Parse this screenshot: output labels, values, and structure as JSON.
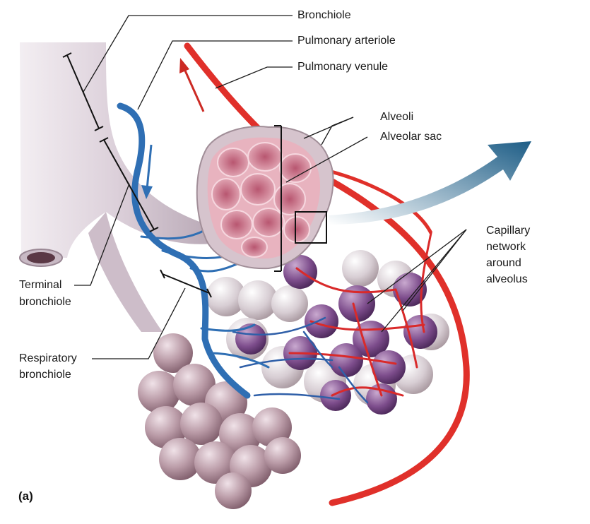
{
  "figure": {
    "panel_label": "(a)",
    "labels": {
      "bronchiole": "Bronchiole",
      "pulmonary_arteriole": "Pulmonary arteriole",
      "pulmonary_venule": "Pulmonary venule",
      "alveoli": "Alveoli",
      "alveolar_sac": "Alveolar sac",
      "capillary_network": [
        "Capillary",
        "network",
        "around",
        "alveolus"
      ],
      "terminal_bronchiole": [
        "Terminal",
        "bronchiole"
      ],
      "respiratory_bronchiole": [
        "Respiratory",
        "bronchiole"
      ]
    }
  },
  "colors": {
    "airway": "#d9ccd6",
    "arteriole": "#2f6fb4",
    "venule": "#e0302a",
    "alveolar_sac": "#e7a9b4",
    "alveolus_cluster": "#c4a9b4",
    "leader_line": "#1a1a1a"
  },
  "icons": {
    "blood_flow_in_arrow": "blue-down-arrow",
    "blood_flow_out_arrow": "red-up-arrow",
    "zoom_arrow": "teal-curved-arrow"
  }
}
